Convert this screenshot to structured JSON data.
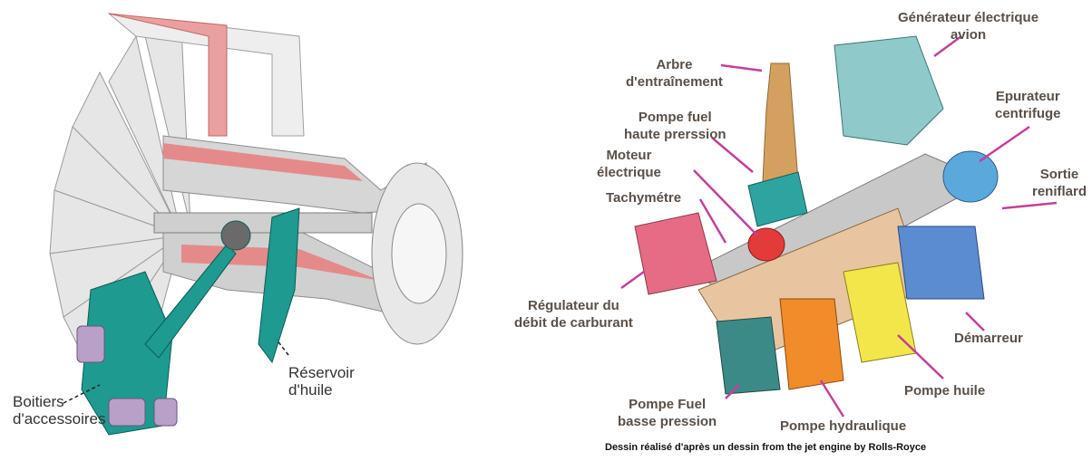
{
  "left_diagram": {
    "labels": {
      "boitiers": "Boitiers\nd'accessoires",
      "reservoir": "Réservoir\nd'huile"
    }
  },
  "right_diagram": {
    "labels": {
      "generateur": "Générateur électrique\navion",
      "arbre": "Arbre\nd'entraînement",
      "pompe_fuel_hp": "Pompe  fuel\nhaute prerssion",
      "epurateur": "Epurateur\ncentrifuge",
      "moteur": "Moteur\nélectrique",
      "sortie": "Sortie\nreniflard",
      "tachymetre": "Tachymétre",
      "regulateur": "Régulateur du\ndébit de carburant",
      "demarreur": "Démarreur",
      "pompe_huile": "Pompe huile",
      "pompe_fuel_bp": "Pompe Fuel\nbasse pression",
      "pompe_hydraulique": "Pompe hydraulique"
    },
    "caption": "Dessin réalisé d'après un dessin from the jet engine by Rolls-Royce"
  },
  "colors": {
    "leader_magenta": "#c2409a",
    "teal_part": "#1e9a90",
    "engine_grey": "#d9d9d9",
    "engine_red": "#e58a8a"
  }
}
